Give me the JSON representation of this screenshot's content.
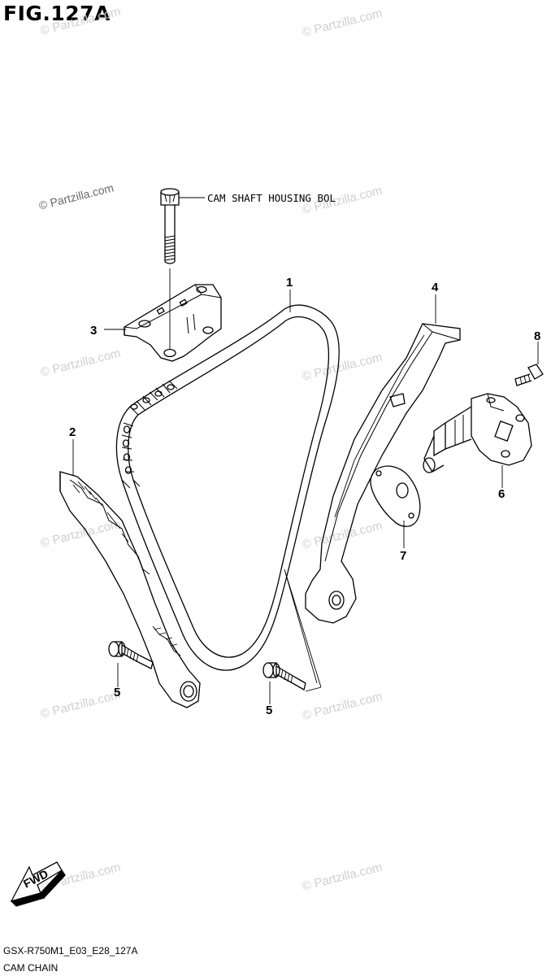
{
  "figure": {
    "title": "FIG.127A"
  },
  "watermarks": {
    "brand_text": "© Partzilla.com",
    "strong_text": "© Partzilla.com"
  },
  "labels": {
    "bolt_note": "CAM SHAFT HOUSING BOL",
    "callouts": {
      "n1": "1",
      "n2": "2",
      "n3": "3",
      "n4": "4",
      "n5a": "5",
      "n5b": "5",
      "n6": "6",
      "n7": "7",
      "n8": "8"
    },
    "fwd_arrow": "FWD"
  },
  "footer": {
    "drawing_code": "GSX-R750M1_E03_E28_127A",
    "caption": "CAM CHAIN"
  },
  "colors": {
    "line": "#000000",
    "watermark": "#cfcfcf"
  }
}
